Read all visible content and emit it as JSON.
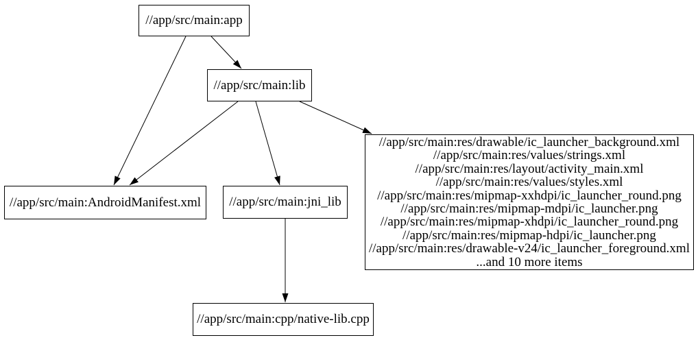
{
  "diagram": {
    "type": "dependency-graph",
    "colors": {
      "background": "#ffffff",
      "node_fill": "#ffffff",
      "node_border": "#000000",
      "edge": "#000000",
      "text": "#000000"
    },
    "nodes": {
      "app": {
        "label": "//app/src/main:app"
      },
      "lib": {
        "label": "//app/src/main:lib"
      },
      "android_manifest": {
        "label": "//app/src/main:AndroidManifest.xml"
      },
      "jni_lib": {
        "label": "//app/src/main:jni_lib"
      },
      "native_lib_cpp": {
        "label": "//app/src/main:cpp/native-lib.cpp"
      },
      "res_files": {
        "lines": [
          "//app/src/main:res/drawable/ic_launcher_background.xml",
          "//app/src/main:res/values/strings.xml",
          "//app/src/main:res/layout/activity_main.xml",
          "//app/src/main:res/values/styles.xml",
          "//app/src/main:res/mipmap-xxhdpi/ic_launcher_round.png",
          "//app/src/main:res/mipmap-mdpi/ic_launcher.png",
          "//app/src/main:res/mipmap-xhdpi/ic_launcher_round.png",
          "//app/src/main:res/mipmap-hdpi/ic_launcher.png",
          "//app/src/main:res/drawable-v24/ic_launcher_foreground.xml",
          "...and 10 more items"
        ]
      }
    },
    "edges": [
      {
        "from": "app",
        "to": "android_manifest"
      },
      {
        "from": "app",
        "to": "lib"
      },
      {
        "from": "lib",
        "to": "android_manifest"
      },
      {
        "from": "lib",
        "to": "jni_lib"
      },
      {
        "from": "lib",
        "to": "res_files"
      },
      {
        "from": "jni_lib",
        "to": "native_lib_cpp"
      }
    ]
  }
}
